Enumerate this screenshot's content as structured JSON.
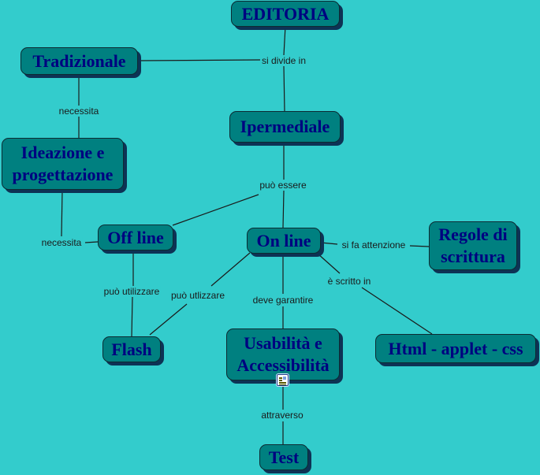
{
  "diagram": {
    "type": "concept-map",
    "colors": {
      "background": "#33cccc",
      "node_fill": "#008080",
      "node_text": "#000080",
      "node_shadow": "#0d3355",
      "link_line": "#1a1a1a"
    },
    "nodes": [
      {
        "id": "editoria",
        "label": "EDITORIA"
      },
      {
        "id": "tradizionale",
        "label": "Tradizionale"
      },
      {
        "id": "ideazione",
        "label": "Ideazione e\nprogettazione"
      },
      {
        "id": "ipermediale",
        "label": "Ipermediale"
      },
      {
        "id": "offline",
        "label": "Off line"
      },
      {
        "id": "online",
        "label": "On line"
      },
      {
        "id": "regole",
        "label": "Regole di\nscrittura"
      },
      {
        "id": "flash",
        "label": "Flash"
      },
      {
        "id": "usabilita",
        "label": "Usabilità e\nAccessibilità",
        "attachment_icon": "document-icon"
      },
      {
        "id": "html",
        "label": "Html - applet - css"
      },
      {
        "id": "test",
        "label": "Test"
      }
    ],
    "links": [
      {
        "id": "si-divide-in",
        "label": "si divide in",
        "from": "editoria",
        "to": [
          "tradizionale",
          "ipermediale"
        ]
      },
      {
        "id": "necessita-1",
        "label": "necessita",
        "from": "tradizionale",
        "to": [
          "ideazione"
        ]
      },
      {
        "id": "necessita-2",
        "label": "necessita",
        "from": "ideazione",
        "to": [
          "offline"
        ]
      },
      {
        "id": "puo-essere",
        "label": "può essere",
        "from": "ipermediale",
        "to": [
          "offline",
          "online"
        ]
      },
      {
        "id": "puo-utilizzare-1",
        "label": "può utilizzare",
        "from": "offline",
        "to": [
          "flash"
        ]
      },
      {
        "id": "puo-utilizzare-2",
        "label": "può utlizzare",
        "from": "online",
        "to": [
          "flash"
        ]
      },
      {
        "id": "deve-garantire",
        "label": "deve garantire",
        "from": "online",
        "to": [
          "usabilita"
        ]
      },
      {
        "id": "si-fa-attenzione",
        "label": "si fa attenzione",
        "from": "online",
        "to": [
          "regole"
        ]
      },
      {
        "id": "e-scritto-in",
        "label": "è scritto in",
        "from": "online",
        "to": [
          "html"
        ]
      },
      {
        "id": "attraverso",
        "label": "attraverso",
        "from": "usabilita",
        "to": [
          "test"
        ]
      }
    ]
  }
}
